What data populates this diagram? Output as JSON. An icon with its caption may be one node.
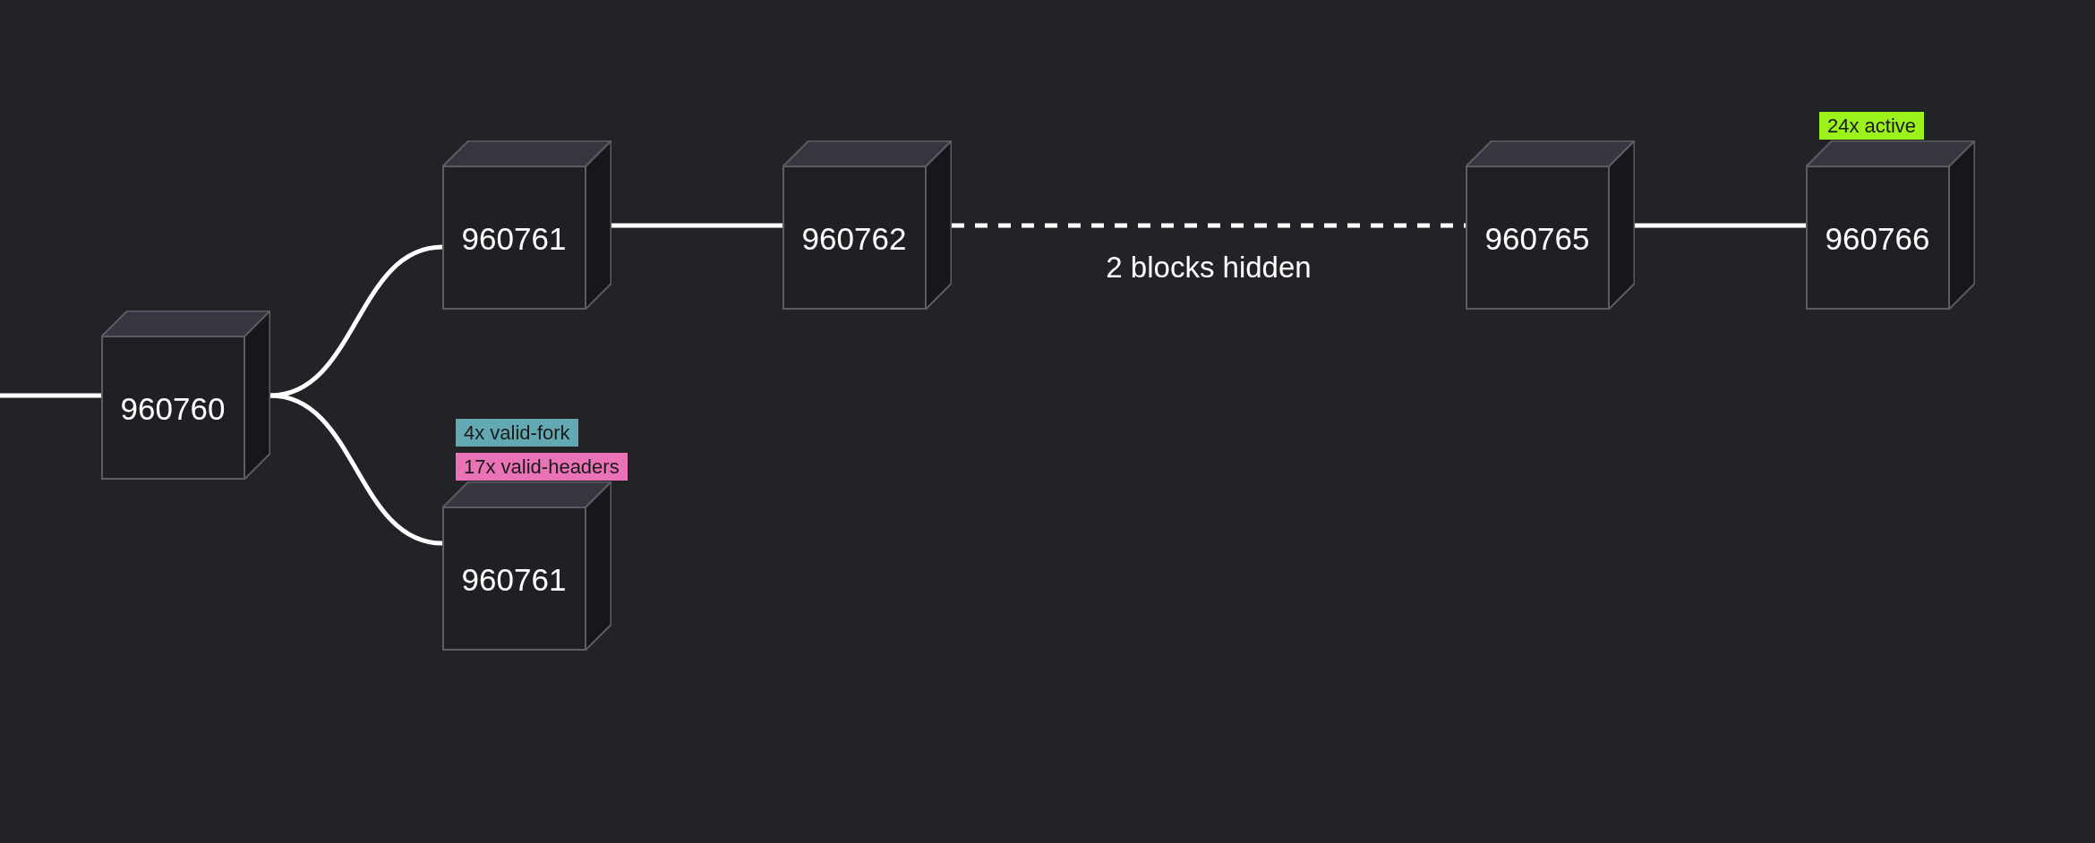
{
  "diagram": {
    "nodes": [
      {
        "text": [
          "960760"
        ]
      },
      {
        "text": [
          "960761"
        ]
      },
      {
        "text": [
          "960761"
        ],
        "beside": [
          "4x valid-fork",
          "17x valid-headers"
        ]
      },
      {
        "text": [
          "960762"
        ]
      },
      {
        "text": [
          "960765"
        ]
      },
      {
        "text": [
          "960766"
        ],
        "beside": [
          "24x active"
        ]
      }
    ],
    "edges": [
      {
        "from": null,
        "to": 0,
        "arrow": "none"
      },
      {
        "from": 0,
        "to": 1,
        "arrow": "none"
      },
      {
        "from": 0,
        "to": 2,
        "arrow": "none"
      },
      {
        "from": 1,
        "to": 3,
        "arrow": "none"
      },
      {
        "from": 3,
        "to": 4,
        "arrow": "none",
        "style": "dashed",
        "label": "2 blocks hidden"
      },
      {
        "from": 4,
        "to": 5,
        "arrow": "none"
      }
    ]
  }
}
